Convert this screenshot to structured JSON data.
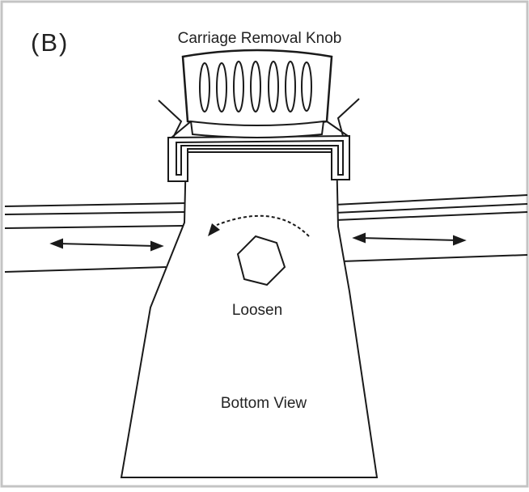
{
  "figure": {
    "panel_label": "(B)",
    "knob_label": "Carriage Removal Knob",
    "loosen_label": "Loosen",
    "view_label": "Bottom View"
  },
  "colors": {
    "line": "#1a1a1a",
    "border": "#bdbdbd",
    "background": "#ffffff"
  }
}
